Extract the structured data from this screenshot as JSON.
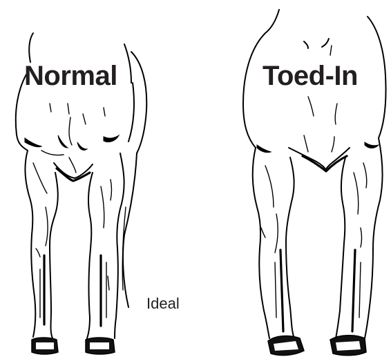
{
  "panels": [
    {
      "key": "normal",
      "title": "Normal",
      "note": "Ideal"
    },
    {
      "key": "toed_in",
      "title": "Toed-In"
    }
  ]
}
